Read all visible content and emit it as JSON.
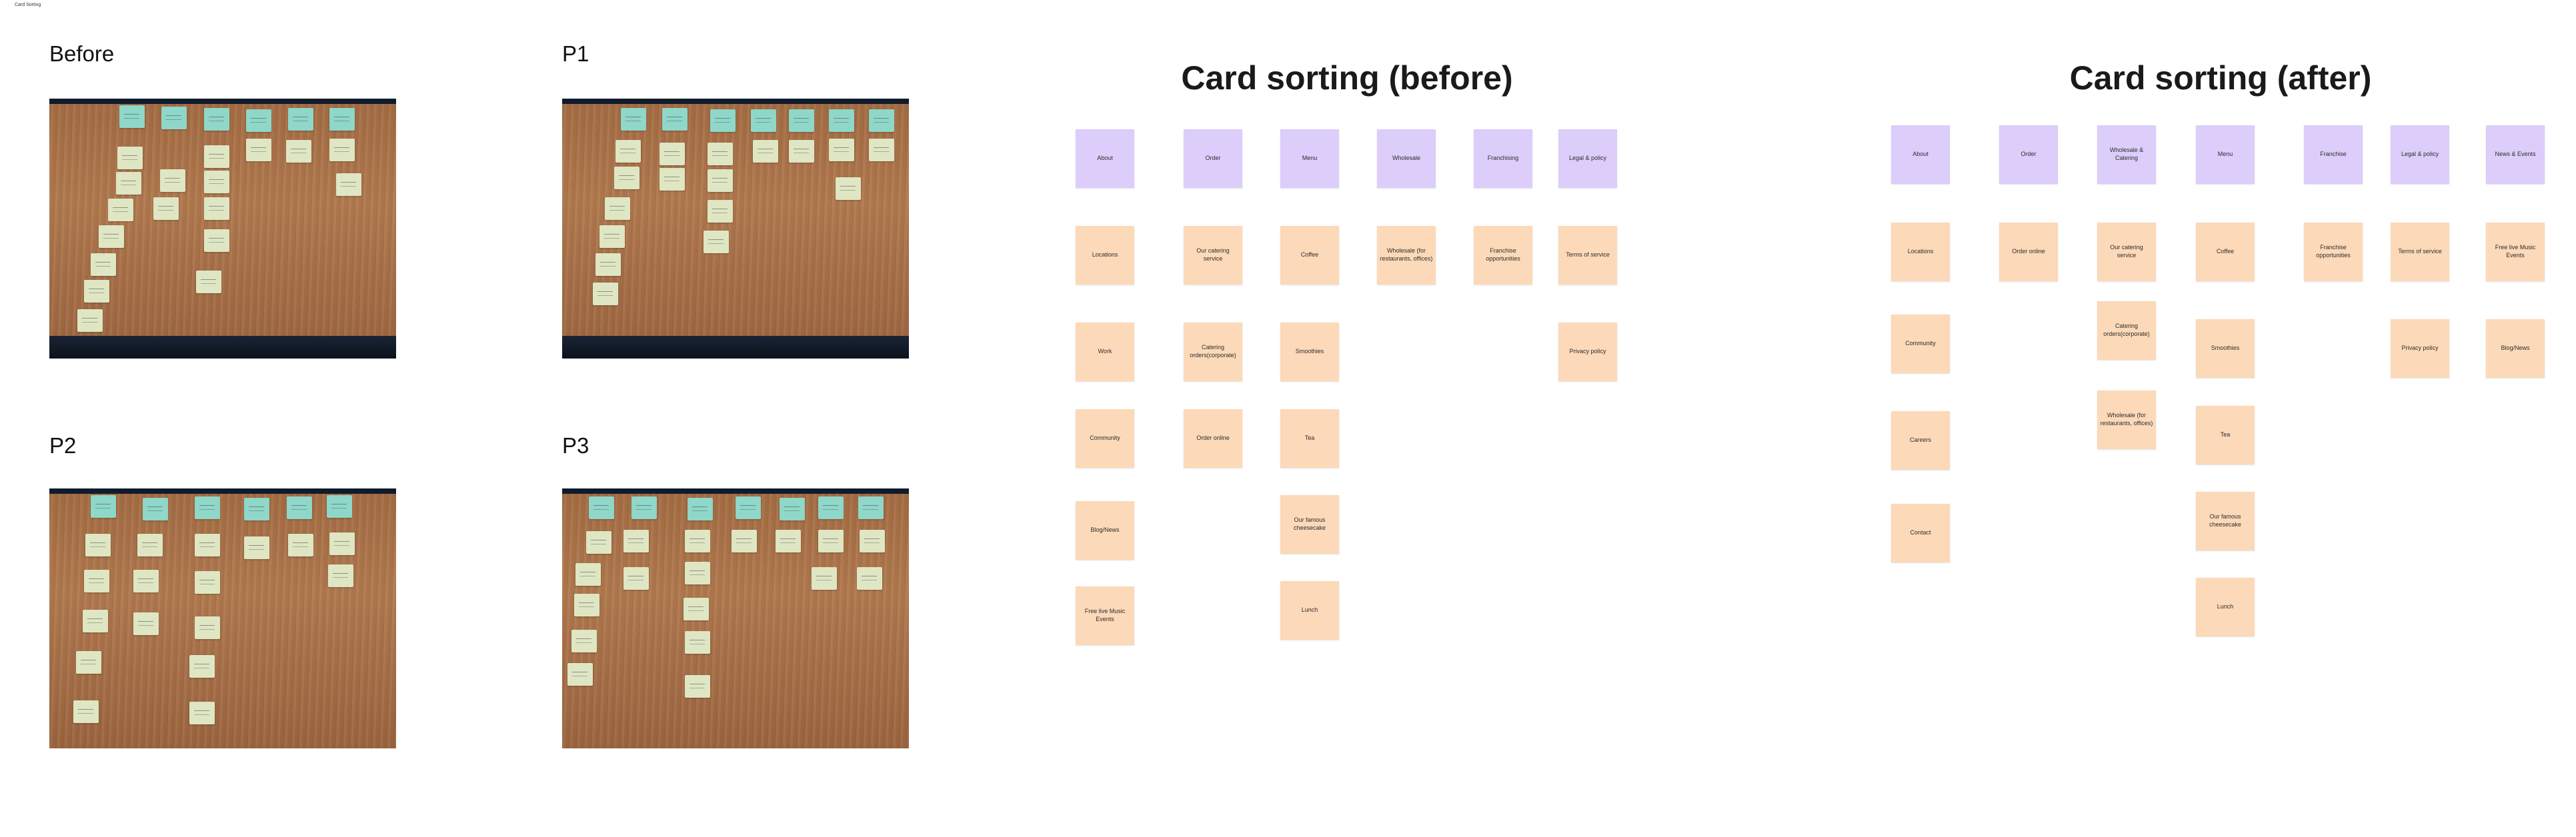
{
  "canvas_label": "Card Sorting",
  "photos": {
    "before_title": "Before",
    "p1_title": "P1",
    "p2_title": "P2",
    "p3_title": "P3"
  },
  "before_board": {
    "title": "Card sorting (before)",
    "columns": [
      {
        "category": "About",
        "items": [
          "Locations",
          "Work",
          "Community",
          "Blog/News",
          "Free live Music Events"
        ]
      },
      {
        "category": "Order",
        "items": [
          "Our catering service",
          "Catering orders(corporate)",
          "Order online"
        ]
      },
      {
        "category": "Menu",
        "items": [
          "Coffee",
          "Smoothies",
          "Tea",
          "Our famous cheesecake",
          "Lunch"
        ]
      },
      {
        "category": "Wholesale",
        "items": [
          "Wholesale (for restaurants, offices)"
        ]
      },
      {
        "category": "Franchising",
        "items": [
          "Franchise opportunities"
        ]
      },
      {
        "category": "Legal & policy",
        "items": [
          "Terms of service",
          "Privacy policy"
        ]
      }
    ]
  },
  "after_board": {
    "title": "Card sorting (after)",
    "columns": [
      {
        "category": "About",
        "items": [
          "Locations",
          "Community",
          "Careers",
          "Contact"
        ]
      },
      {
        "category": "Order",
        "items": [
          "Order online"
        ]
      },
      {
        "category": "Wholesale & Catering",
        "items": [
          "Our catering service",
          "Catering orders(corporate)",
          "Wholesale (for restaurants, offices)"
        ]
      },
      {
        "category": "Menu",
        "items": [
          "Coffee",
          "Smoothies",
          "Tea",
          "Our famous cheesecake",
          "Lunch"
        ]
      },
      {
        "category": "Franchise",
        "items": [
          "Franchise opportunities"
        ]
      },
      {
        "category": "Legal & policy",
        "items": [
          "Terms of service",
          "Privacy policy"
        ]
      },
      {
        "category": "News & Events",
        "items": [
          "Free live Music Events",
          "Blog/News"
        ]
      }
    ]
  },
  "colors": {
    "category_card": "#dccdfa",
    "item_card": "#fcd9b8",
    "photo_note_header": "#8fd7c8",
    "photo_note": "#dfe6c4"
  }
}
